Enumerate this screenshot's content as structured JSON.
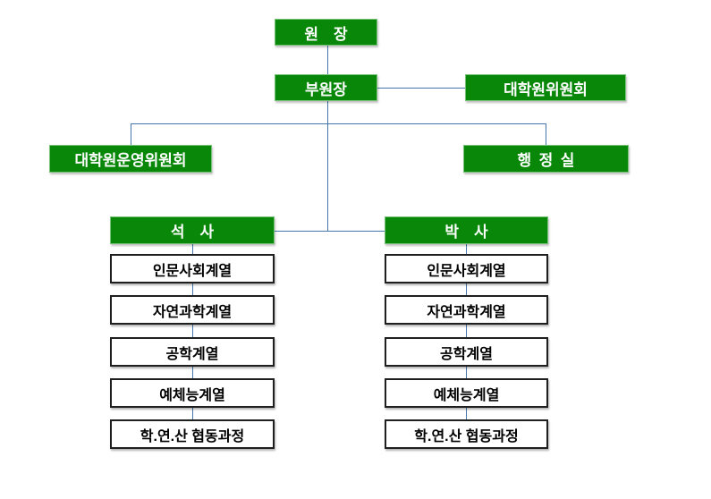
{
  "org": {
    "nodes": {
      "director": {
        "label": "원　장"
      },
      "vice_director": {
        "label": "부원장"
      },
      "graduate_committee": {
        "label": "대학원위원회"
      },
      "operating_committee": {
        "label": "대학원운영위원회"
      },
      "admin_office": {
        "label": "행 정 실"
      },
      "masters": {
        "label": "석　사"
      },
      "doctoral": {
        "label": "박　사"
      }
    },
    "masters_tracks": [
      {
        "label": "인문사회계열"
      },
      {
        "label": "자연과학계열"
      },
      {
        "label": "공학계열"
      },
      {
        "label": "예체능계열"
      },
      {
        "label": "학.연.산 협동과정"
      }
    ],
    "doctoral_tracks": [
      {
        "label": "인문사회계열"
      },
      {
        "label": "자연과학계열"
      },
      {
        "label": "공학계열"
      },
      {
        "label": "예체능계열"
      },
      {
        "label": "학.연.산 협동과정"
      }
    ],
    "edges": [
      [
        "director",
        "vice_director"
      ],
      [
        "vice_director",
        "graduate_committee"
      ],
      [
        "vice_director",
        "operating_committee"
      ],
      [
        "vice_director",
        "admin_office"
      ],
      [
        "vice_director",
        "masters"
      ],
      [
        "vice_director",
        "doctoral"
      ],
      [
        "masters",
        "masters_tracks"
      ],
      [
        "doctoral",
        "doctoral_tracks"
      ]
    ]
  },
  "colors": {
    "node_green": "#088708",
    "node_green_border": "#79c279",
    "node_text": "#ffffff",
    "track_border": "#1f1f1f",
    "track_text": "#000000",
    "connector_blue": "#4676ac",
    "background": "#ffffff"
  }
}
